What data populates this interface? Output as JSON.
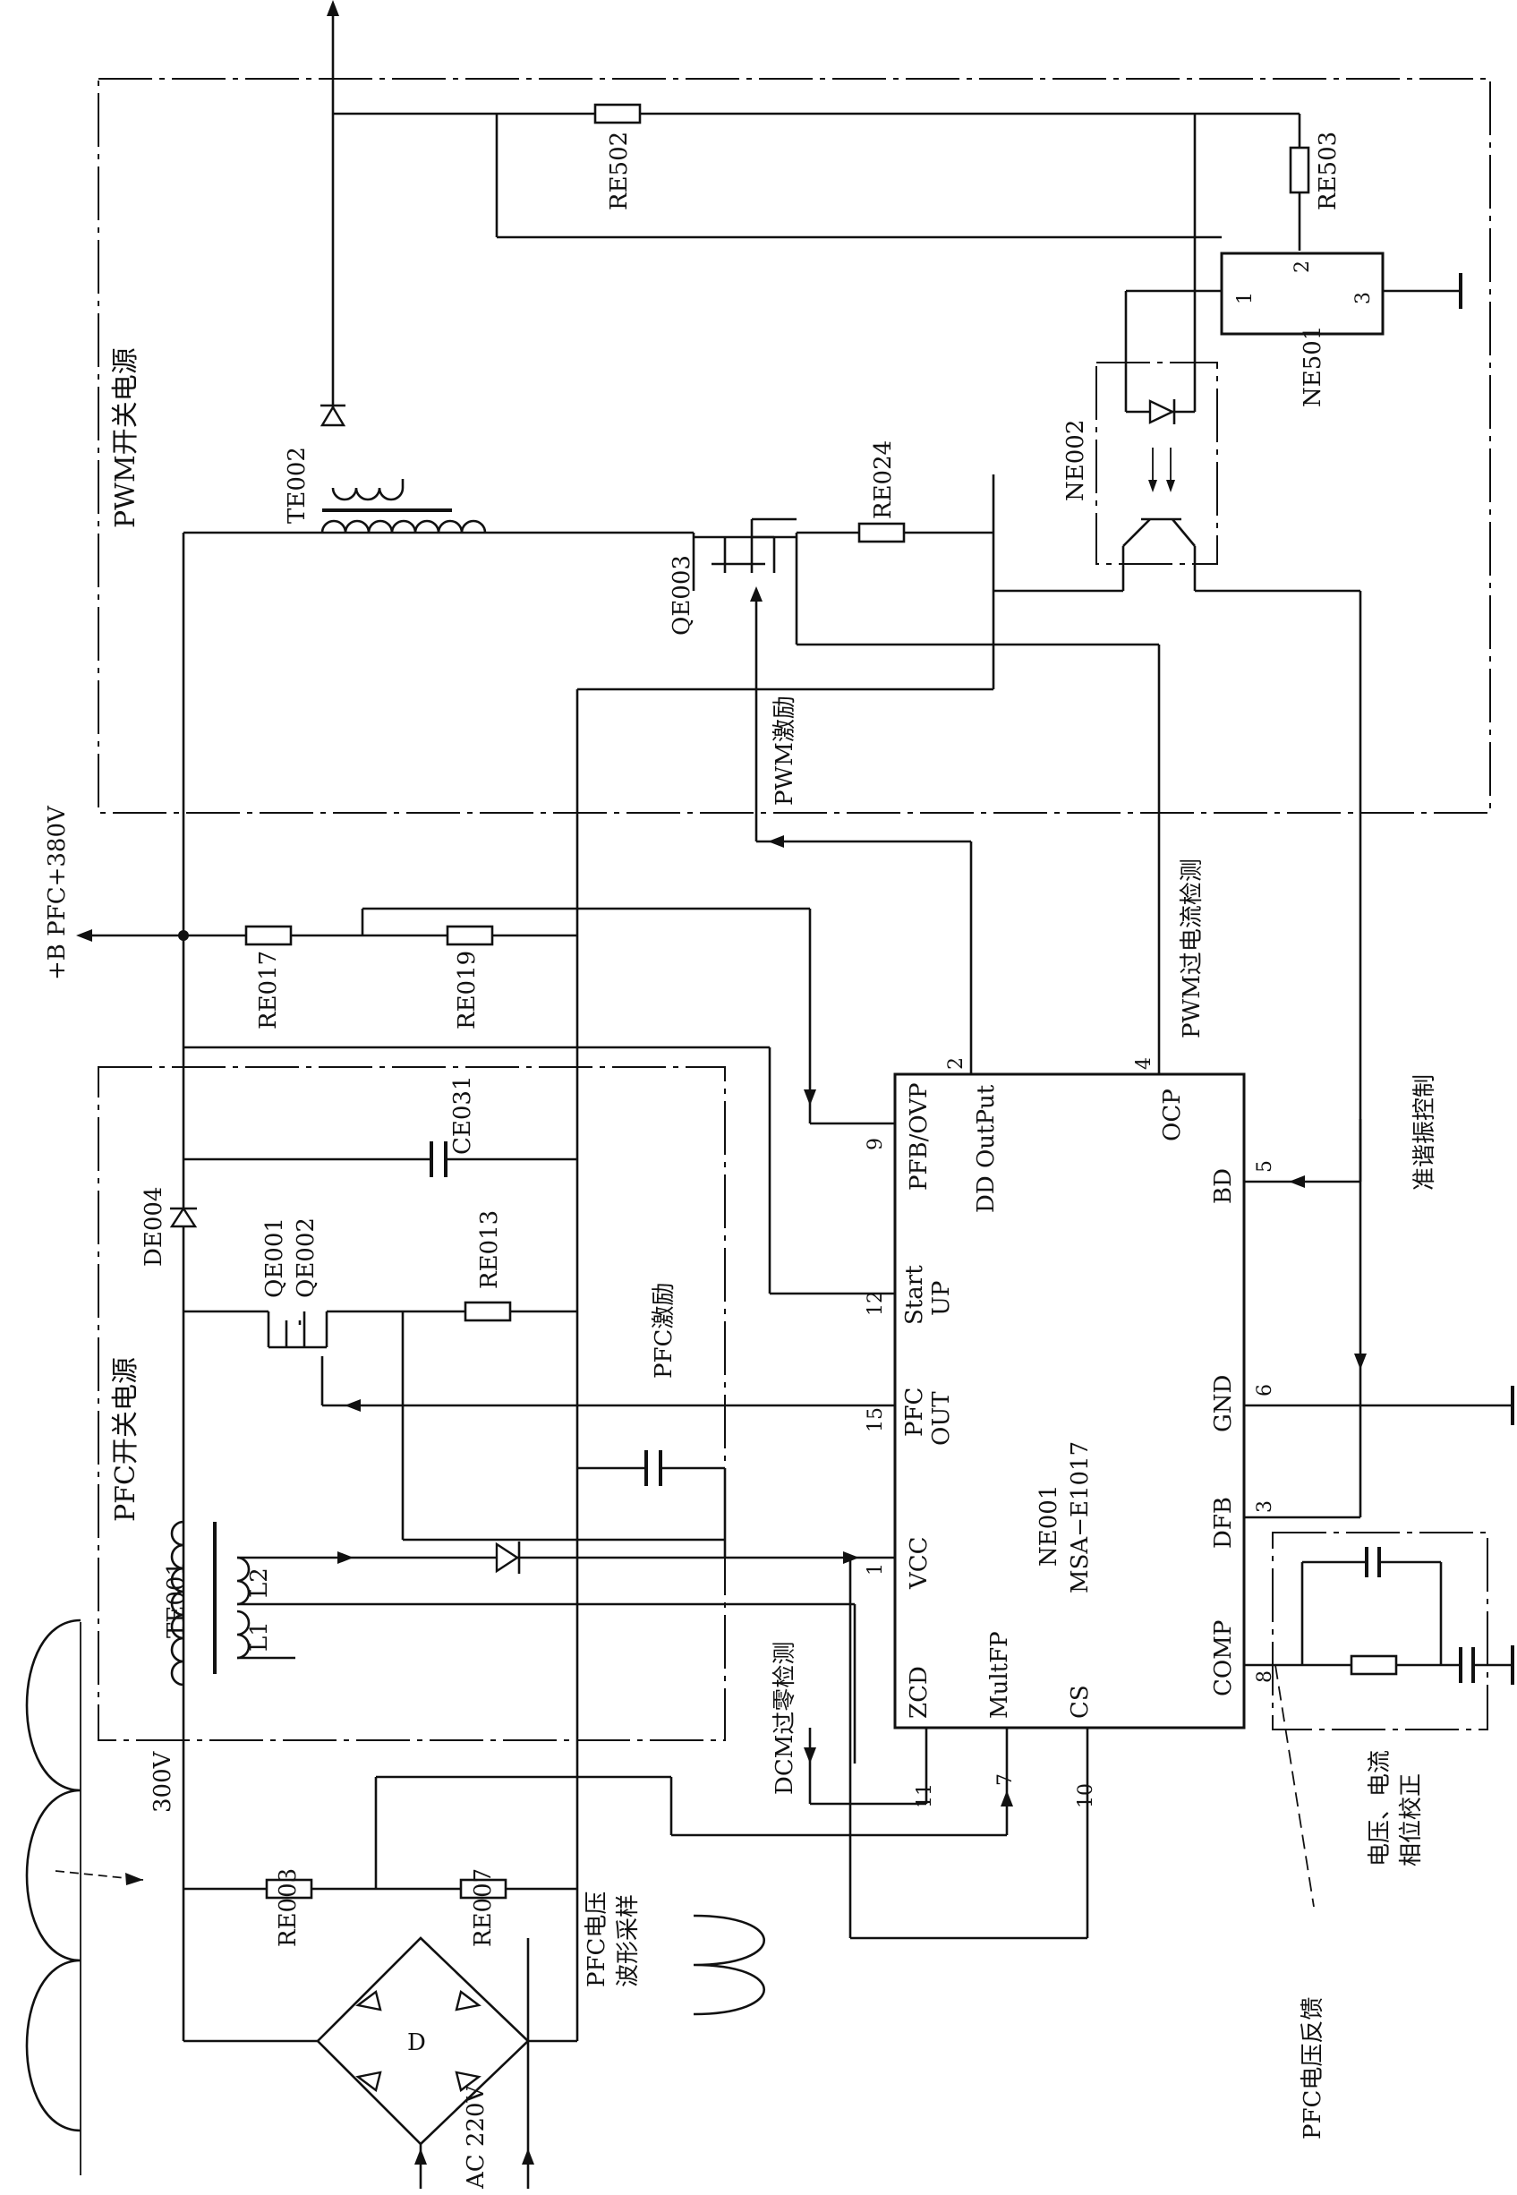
{
  "labels": {
    "b_pfc": "+B PFC+380V",
    "ac220": "AC 220V",
    "v300": "300V",
    "pfc_voltage_sampling_l1": "PFC电压",
    "pfc_voltage_sampling_l2": "波形采样",
    "pfc_switch_supply": "PFC开关电源",
    "pwm_switch_supply": "PWM开关电源",
    "pfc_drive": "PFC激励",
    "pwm_drive": "PWM激励",
    "pwm_overcurrent": "PWM过电流检测",
    "quasi_resonant": "准谐振控制",
    "dcm_zero": "DCM过零检测",
    "pfc_voltage_feedback": "PFC电压反馈",
    "phase_correction_l1": "电压、电流",
    "phase_correction_l2": "相位校正",
    "bridge_d": "D",
    "l1": "L1",
    "l2": "L2"
  },
  "components": {
    "re003": "RE003",
    "re007": "RE007",
    "re017": "RE017",
    "re019": "RE019",
    "re013": "RE013",
    "re024": "RE024",
    "re502": "RE502",
    "re503": "RE503",
    "ce031": "CE031",
    "de004": "DE004",
    "qe001": "QE001",
    "qe002": "QE002",
    "qe003": "QE003",
    "te001": "TE001",
    "te002": "TE002",
    "ne002": "NE002",
    "ne501": "NE501"
  },
  "ic": {
    "ref": "NE001",
    "part": "MSA−E1017",
    "pins": [
      {
        "num": "9",
        "name": "PFB/OVP"
      },
      {
        "num": "2",
        "name": "DD OutPut"
      },
      {
        "num": "4",
        "name": "OCP"
      },
      {
        "num": "5",
        "name": "BD"
      },
      {
        "num": "6",
        "name": "GND"
      },
      {
        "num": "3",
        "name": "DFB"
      },
      {
        "num": "8",
        "name": "COMP"
      },
      {
        "num": "12",
        "name_l1": "Start",
        "name_l2": "UP"
      },
      {
        "num": "15",
        "name_l1": "PFC",
        "name_l2": "OUT"
      },
      {
        "num": "1",
        "name": "VCC"
      },
      {
        "num": "11",
        "name": "ZCD"
      },
      {
        "num": "7",
        "name": "MultFP"
      },
      {
        "num": "10",
        "name": "CS"
      }
    ]
  },
  "ne501_pins": [
    "1",
    "2",
    "3"
  ]
}
